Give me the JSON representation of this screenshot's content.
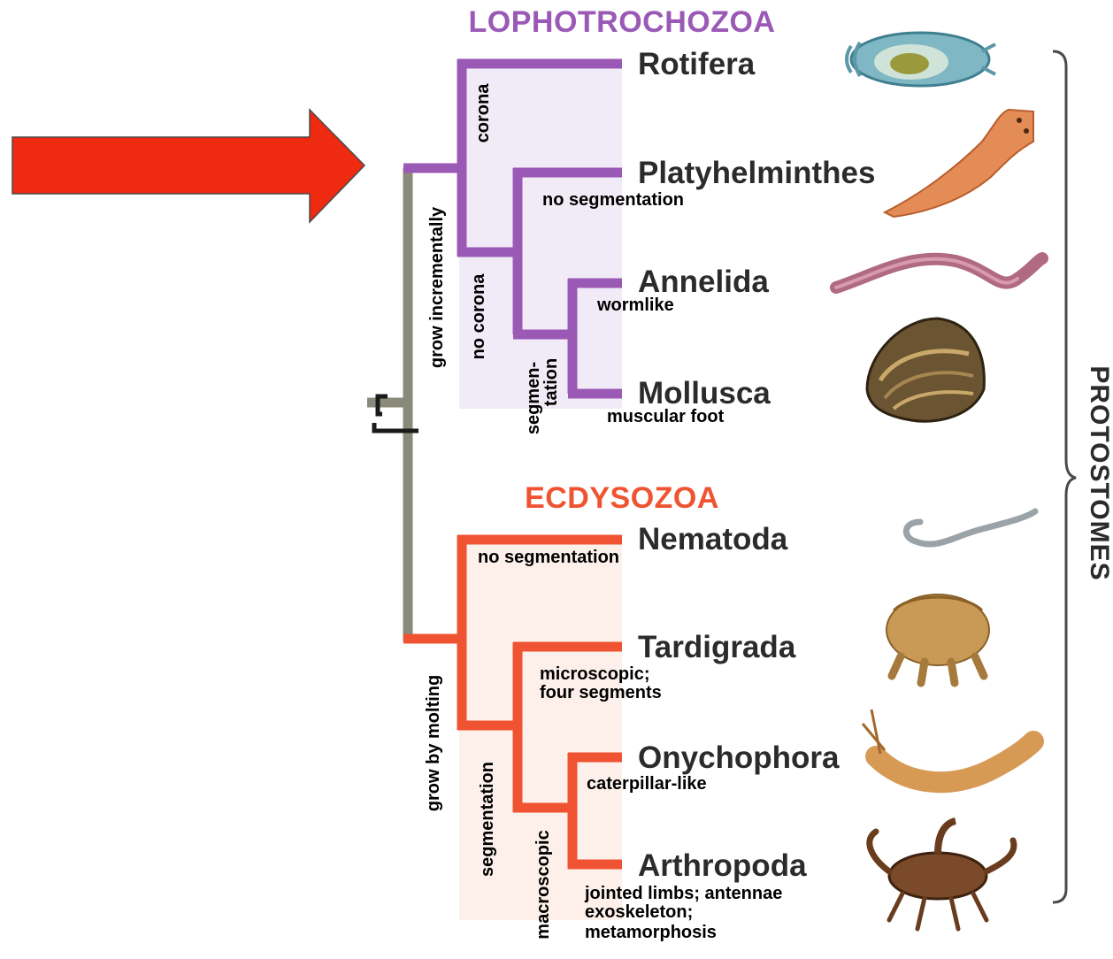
{
  "groups": {
    "lophotrochozoa": {
      "title": "LOPHOTROCHOZOA",
      "color": "#9b59b6",
      "shade": "#f1eaf7"
    },
    "ecdysozoa": {
      "title": "ECDYSOZOA",
      "color": "#ef5332",
      "shade": "#fdf0ea"
    }
  },
  "stem_color": "#8a8a7a",
  "arrow_color": "#ee2a10",
  "taxa": [
    {
      "name": "Rotifera",
      "group": "lophotrochozoa",
      "trait": "",
      "icon": "rotifer-icon"
    },
    {
      "name": "Platyhelminthes",
      "group": "lophotrochozoa",
      "trait": "no segmentation",
      "icon": "flatworm-icon"
    },
    {
      "name": "Annelida",
      "group": "lophotrochozoa",
      "trait": "wormlike",
      "icon": "earthworm-icon"
    },
    {
      "name": "Mollusca",
      "group": "lophotrochozoa",
      "trait": "muscular foot",
      "icon": "clam-icon"
    },
    {
      "name": "Nematoda",
      "group": "ecdysozoa",
      "trait": "no segmentation",
      "icon": "roundworm-icon"
    },
    {
      "name": "Tardigrada",
      "group": "ecdysozoa",
      "trait_lines": [
        "microscopic;",
        "four segments"
      ],
      "icon": "tardigrade-icon"
    },
    {
      "name": "Onychophora",
      "group": "ecdysozoa",
      "trait": "caterpillar-like",
      "icon": "velvet-worm-icon"
    },
    {
      "name": "Arthropoda",
      "group": "ecdysozoa",
      "trait_lines": [
        "jointed limbs; antennae",
        "exoskeleton;",
        "metamorphosis"
      ],
      "icon": "scorpion-icon"
    }
  ],
  "branch_traits": {
    "corona": "corona",
    "no_corona": "no corona",
    "grow_incrementally": "grow incrementally",
    "segmentation_split": [
      "segmen-",
      "tation"
    ],
    "grow_by_molting": "grow by molting",
    "segmentation": "segmentation",
    "macroscopic": "macroscopic"
  },
  "clade_label": "PROTOSTOMES"
}
